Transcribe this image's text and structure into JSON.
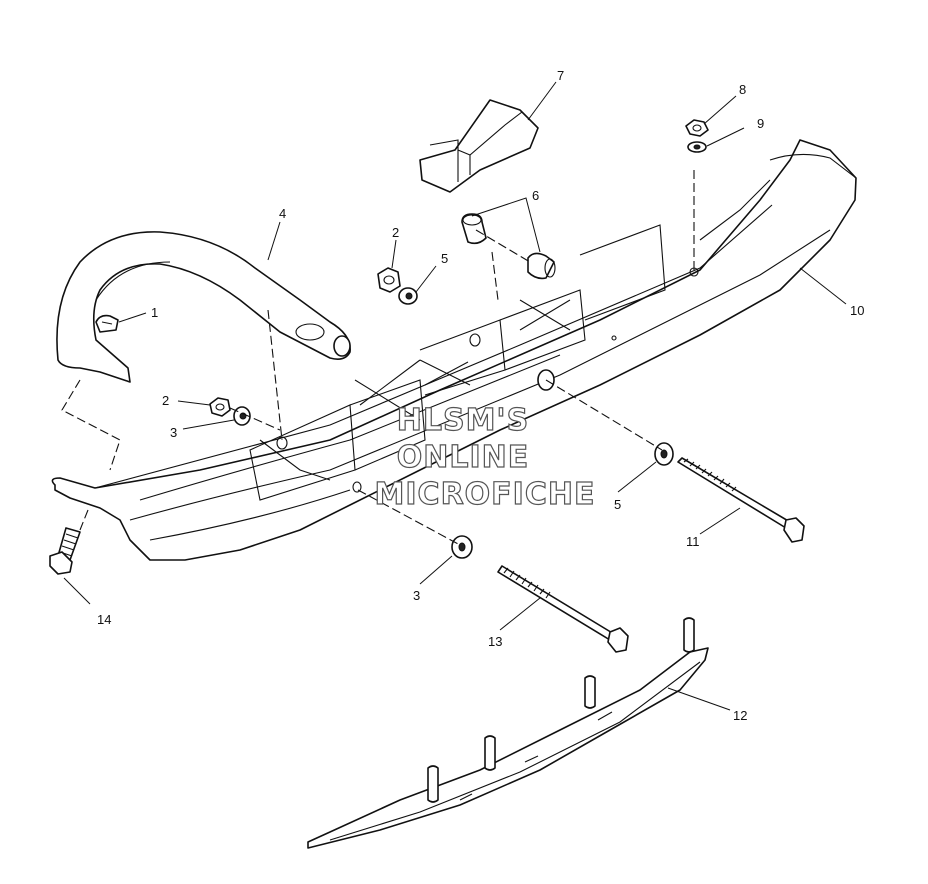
{
  "callouts": {
    "c1": "1",
    "c2a": "2",
    "c2b": "2",
    "c3a": "3",
    "c3b": "3",
    "c4": "4",
    "c5a": "5",
    "c5b": "5",
    "c6": "6",
    "c7": "7",
    "c8": "8",
    "c9": "9",
    "c10": "10",
    "c11": "11",
    "c12": "12",
    "c13": "13",
    "c14": "14"
  },
  "watermark": {
    "line1": "HLSM'S",
    "line2": "ONLINE",
    "line3": "MICROFICHE"
  }
}
